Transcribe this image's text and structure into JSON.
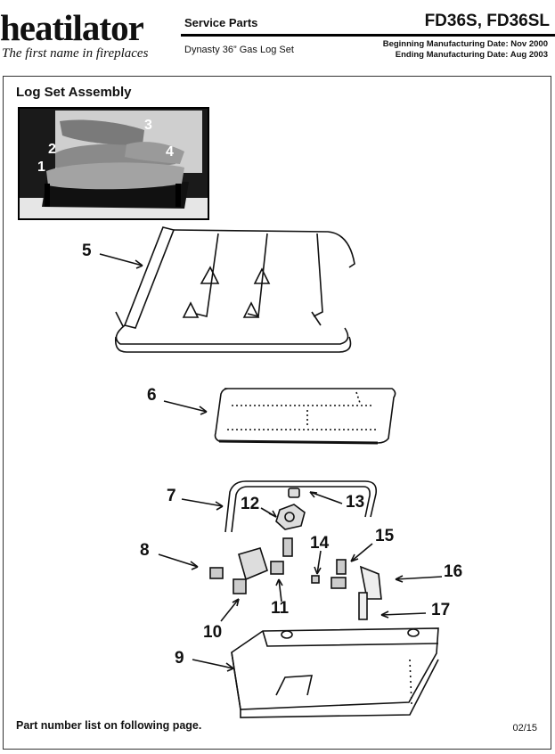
{
  "header": {
    "logo_text": "heatilator",
    "tagline": "The first name in fireplaces",
    "section_label": "Service Parts",
    "product": "Dynasty 36” Gas Log Set",
    "model": "FD36S, FD36SL",
    "begin_date": "Beginning Manufacturing Date: Nov 2000",
    "end_date": "Ending Manufacturing Date: Aug 2003"
  },
  "section_title": "Log Set Assembly",
  "photo_labels": [
    "1",
    "2",
    "3",
    "4"
  ],
  "callouts": [
    "5",
    "6",
    "7",
    "8",
    "9",
    "10",
    "11",
    "12",
    "13",
    "14",
    "15",
    "16",
    "17"
  ],
  "footer": {
    "note": "Part number list on following page.",
    "code": "02/15"
  }
}
